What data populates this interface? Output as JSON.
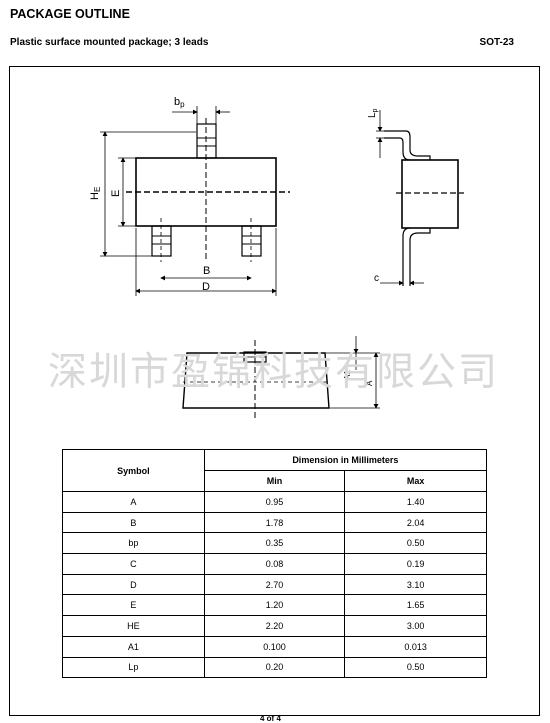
{
  "header": {
    "title": "PACKAGE OUTLINE",
    "subtitle": "Plastic surface mounted package; 3 leads",
    "package": "SOT-23"
  },
  "drawing_labels": {
    "bp": "b",
    "bp_sub": "p",
    "lp": "L",
    "lp_sub": "p",
    "he": "H",
    "he_sub": "E",
    "e": "E",
    "b": "B",
    "d": "D",
    "c": "c",
    "a1": "A1",
    "a": "A"
  },
  "watermark": "深圳市盈锦科技有限公司",
  "table": {
    "symbol_header": "Symbol",
    "dimension_header": "Dimension in Millimeters",
    "min_header": "Min",
    "max_header": "Max",
    "rows": [
      {
        "symbol": "A",
        "min": "0.95",
        "max": "1.40"
      },
      {
        "symbol": "B",
        "min": "1.78",
        "max": "2.04"
      },
      {
        "symbol": "bp",
        "min": "0.35",
        "max": "0.50"
      },
      {
        "symbol": "C",
        "min": "0.08",
        "max": "0.19"
      },
      {
        "symbol": "D",
        "min": "2.70",
        "max": "3.10"
      },
      {
        "symbol": "E",
        "min": "1.20",
        "max": "1.65"
      },
      {
        "symbol": "HE",
        "min": "2.20",
        "max": "3.00"
      },
      {
        "symbol": "A1",
        "min": "0.100",
        "max": "0.013"
      },
      {
        "symbol": "Lp",
        "min": "0.20",
        "max": "0.50"
      }
    ]
  },
  "footer": "4 of 4"
}
